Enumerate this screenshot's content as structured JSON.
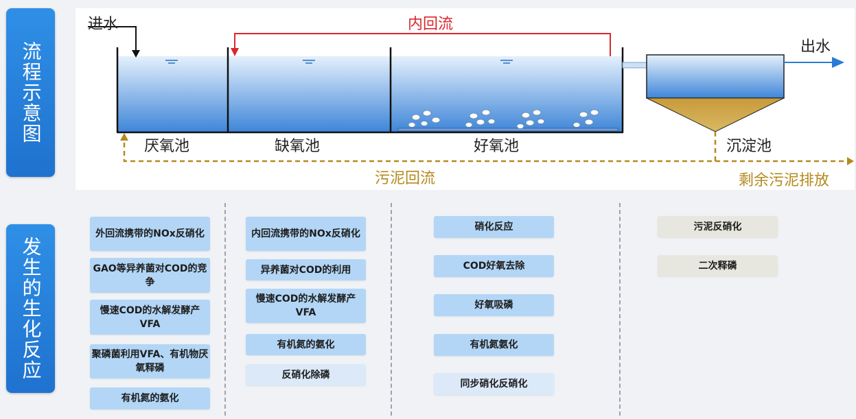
{
  "side_tabs": {
    "flow": "流程示意图",
    "reactions": "发生的生化反应"
  },
  "diagram": {
    "inflow": "进水",
    "internal_recycle": "内回流",
    "outflow": "出水",
    "tanks": [
      "厌氧池",
      "缺氧池",
      "好氧池",
      "沉淀池"
    ],
    "sludge_return": "污泥回流",
    "excess_sludge": "剩余污泥排放"
  },
  "reactions": {
    "col1": [
      "外回流携带的NOx反硝化",
      "GAO等异养菌对COD的竞争",
      "慢速COD的水解发酵产VFA",
      "聚磷菌利用VFA、有机物厌氧释磷",
      "有机氮的氨化"
    ],
    "col2": [
      "内回流携带的NOx反硝化",
      "异养菌对COD的利用",
      "慢速COD的水解发酵产VFA",
      "有机氮的氨化",
      "反硝化除磷"
    ],
    "col3": [
      "硝化反应",
      "COD好氧去除",
      "好氧吸磷",
      "有机氮氨化",
      "同步硝化反硝化"
    ],
    "col4": [
      "污泥反硝化",
      "二次释磷"
    ]
  },
  "colors": {
    "tab_blue": "#2376d4",
    "box_blue": "#b3d6f6",
    "box_light": "#dbe9f8",
    "box_beige": "#e8e7df",
    "recycle_red": "#d9272e",
    "sludge_gold": "#b48a1e",
    "sludge_hopper": "#c9a340"
  }
}
